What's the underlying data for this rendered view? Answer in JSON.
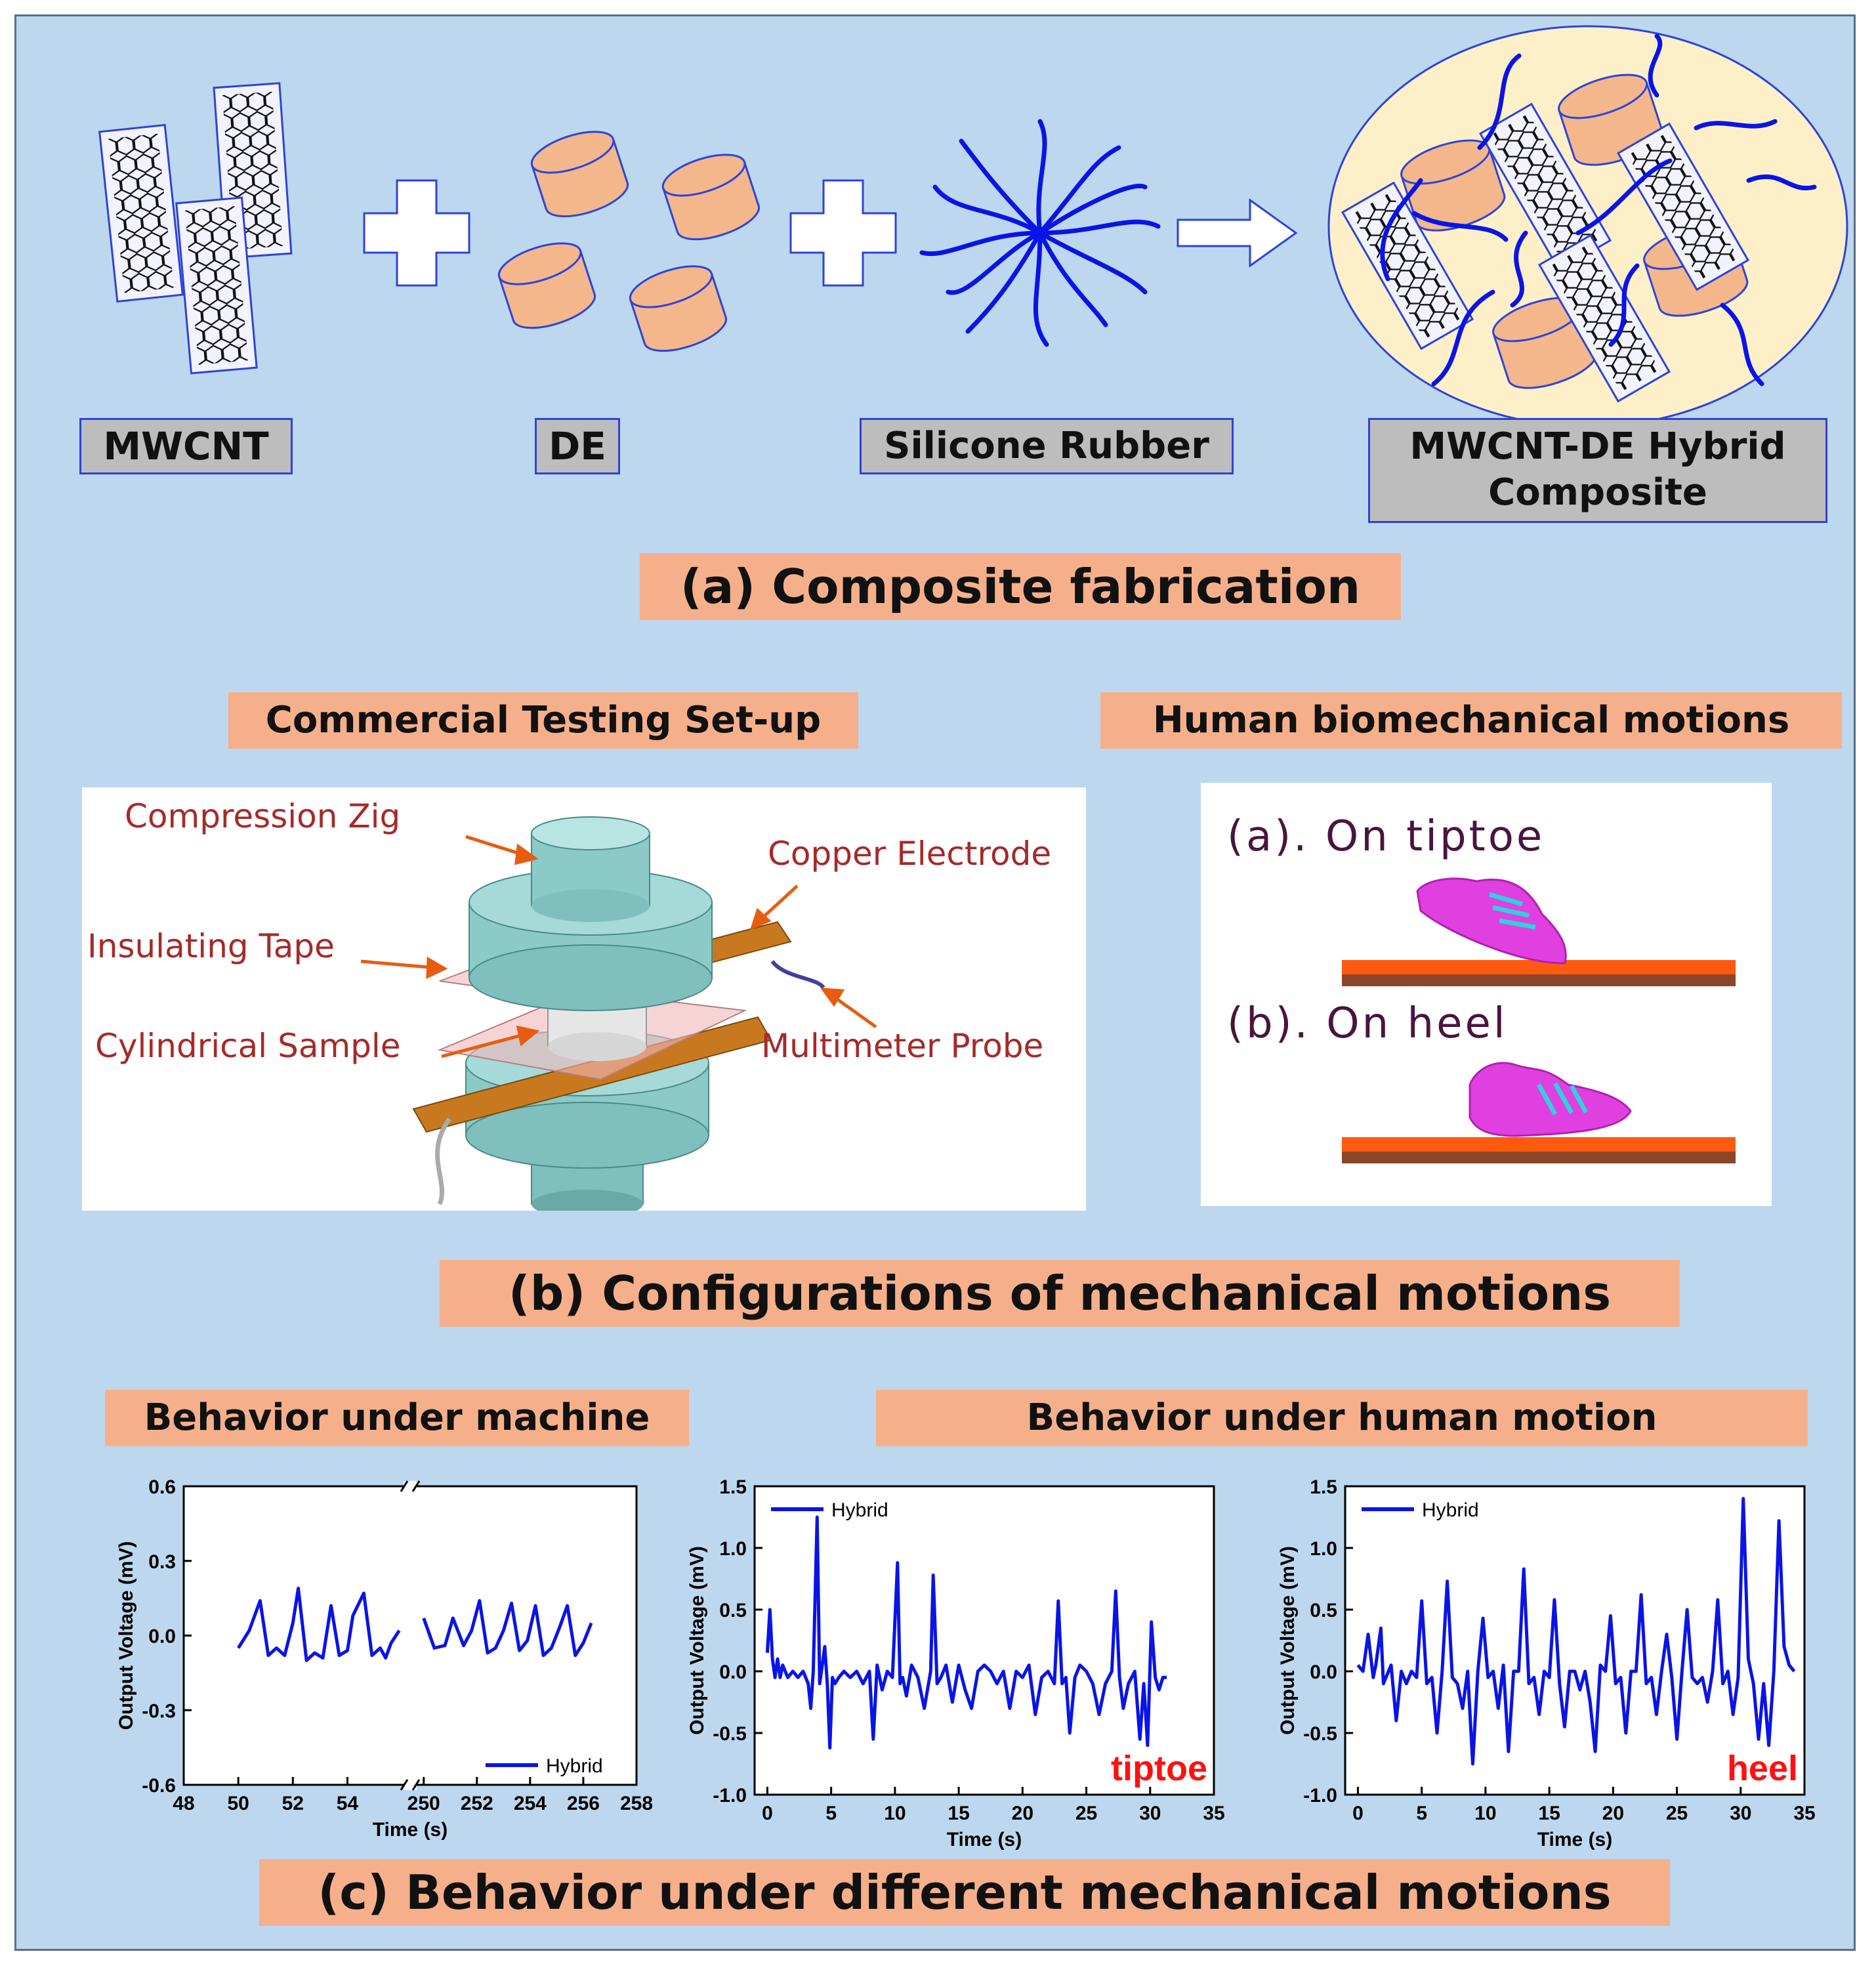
{
  "fabrication": {
    "labels": [
      "MWCNT",
      "DE",
      "Silicone Rubber"
    ],
    "hybrid_line1": "MWCNT-DE Hybrid",
    "hybrid_line2": "Composite",
    "title": "(a) Composite fabrication"
  },
  "setup": {
    "title": "Commercial Testing Set-up",
    "labels": {
      "zig": "Compression Zig",
      "copper": "Copper Electrode",
      "tape": "Insulating Tape",
      "sample": "Cylindrical Sample",
      "probe": "Multimeter Probe"
    }
  },
  "human": {
    "title": "Human biomechanical motions",
    "a": "(a). On tiptoe",
    "b": "(b). On heel"
  },
  "config_title": "(b) Configurations of mechanical motions",
  "behavior": {
    "machine_title": "Behavior under machine",
    "human_title": "Behavior under human motion",
    "title": "(c) Behavior under different mechanical motions"
  },
  "colors": {
    "background": "#bdd7ee",
    "salmon": "#f5b08b",
    "series": "#0a14e6",
    "label_red": "#a52a2a"
  },
  "chart_data": [
    {
      "type": "line",
      "ylabel": "Output Voltage (mV)",
      "xlabel": "Time (s)",
      "ylim": [
        -0.6,
        0.6
      ],
      "yticks": [
        "0.6",
        "0.3",
        "0.0",
        "-0.3",
        "-0.6"
      ],
      "xticks": [
        "48",
        "50",
        "52",
        "54",
        "250",
        "252",
        "254",
        "256",
        "258"
      ],
      "axis_break": true,
      "legend_position": "bottom-right",
      "series": [
        {
          "name": "Hybrid",
          "segments": [
            {
              "x": [
                50.0,
                50.4,
                50.8,
                51.1,
                51.4,
                51.7,
                52.0,
                52.2,
                52.5,
                52.8,
                53.1,
                53.4,
                53.7,
                54.0,
                54.2,
                54.6,
                54.9,
                55.2,
                55.4,
                55.6,
                55.9
              ],
              "y": [
                -0.05,
                0.02,
                0.14,
                -0.08,
                -0.05,
                -0.08,
                0.05,
                0.19,
                -0.1,
                -0.07,
                -0.09,
                0.12,
                -0.08,
                -0.06,
                0.08,
                0.17,
                -0.08,
                -0.05,
                -0.09,
                -0.03,
                0.02
              ]
            },
            {
              "x": [
                250.0,
                250.4,
                250.8,
                251.1,
                251.5,
                251.8,
                252.1,
                252.4,
                252.7,
                253.0,
                253.3,
                253.6,
                253.9,
                254.2,
                254.5,
                254.8,
                255.1,
                255.4,
                255.7,
                256.0,
                256.3
              ],
              "y": [
                0.07,
                -0.05,
                -0.04,
                0.07,
                -0.04,
                0.02,
                0.14,
                -0.07,
                -0.05,
                0.02,
                0.13,
                -0.06,
                -0.02,
                0.12,
                -0.08,
                -0.05,
                0.03,
                0.12,
                -0.08,
                -0.03,
                0.05
              ]
            }
          ]
        }
      ]
    },
    {
      "type": "line",
      "ylabel": "Output Voltage (mV)",
      "xlabel": "Time (s)",
      "xlim": [
        -1,
        35
      ],
      "ylim": [
        -1.0,
        1.5
      ],
      "yticks": [
        "1.5",
        "1.0",
        "0.5",
        "0.0",
        "-0.5",
        "-1.0"
      ],
      "xticks": [
        "0",
        "5",
        "10",
        "15",
        "20",
        "25",
        "30",
        "35"
      ],
      "legend_position": "top-left",
      "annotation": "tiptoe",
      "series": [
        {
          "name": "Hybrid",
          "x": [
            0,
            0.2,
            0.4,
            0.6,
            0.8,
            1.0,
            1.2,
            1.6,
            2.0,
            2.4,
            2.8,
            3.2,
            3.4,
            3.6,
            3.9,
            4.1,
            4.3,
            4.5,
            4.7,
            4.9,
            5.1,
            5.3,
            5.6,
            6.0,
            6.5,
            7.0,
            7.5,
            8.0,
            8.3,
            8.6,
            9.0,
            9.4,
            9.8,
            10.2,
            10.4,
            10.6,
            10.9,
            11.3,
            11.8,
            12.3,
            12.8,
            13.0,
            13.3,
            13.6,
            14.0,
            14.5,
            15.0,
            15.5,
            16.0,
            16.5,
            17.0,
            17.5,
            18.0,
            18.5,
            19.0,
            19.5,
            20.0,
            20.5,
            21.0,
            21.5,
            22.0,
            22.5,
            22.8,
            23.1,
            23.4,
            23.7,
            24.1,
            24.5,
            25.0,
            25.5,
            26.0,
            26.5,
            27.0,
            27.3,
            27.6,
            27.9,
            28.3,
            28.8,
            29.2,
            29.5,
            29.8,
            30.1,
            30.4,
            30.7,
            31.0,
            31.3
          ],
          "y": [
            0.15,
            0.5,
            0.1,
            -0.05,
            0.1,
            -0.05,
            0.05,
            -0.05,
            0.0,
            -0.05,
            0.0,
            -0.1,
            -0.3,
            0.0,
            1.25,
            -0.1,
            0.05,
            0.2,
            -0.1,
            -0.62,
            -0.05,
            -0.1,
            -0.05,
            0.0,
            -0.05,
            0.0,
            -0.1,
            0.0,
            -0.55,
            0.05,
            -0.15,
            0.0,
            -0.05,
            0.88,
            -0.1,
            -0.05,
            -0.2,
            0.05,
            -0.05,
            -0.3,
            0.0,
            0.78,
            -0.1,
            -0.05,
            0.05,
            -0.25,
            0.05,
            -0.15,
            -0.3,
            0.0,
            0.05,
            0.0,
            -0.1,
            0.0,
            -0.3,
            0.0,
            -0.05,
            0.05,
            -0.35,
            -0.05,
            0.0,
            -0.1,
            0.57,
            -0.1,
            -0.05,
            -0.5,
            -0.05,
            0.05,
            0.0,
            -0.1,
            -0.35,
            -0.1,
            0.0,
            0.65,
            -0.05,
            -0.3,
            -0.1,
            0.0,
            -0.55,
            -0.1,
            -0.6,
            0.4,
            -0.05,
            -0.15,
            -0.05,
            -0.05
          ]
        }
      ]
    },
    {
      "type": "line",
      "ylabel": "Output Voltage (mV)",
      "xlabel": "Time (s)",
      "xlim": [
        -1,
        35
      ],
      "ylim": [
        -1.0,
        1.5
      ],
      "yticks": [
        "1.5",
        "1.0",
        "0.5",
        "0.0",
        "-0.5",
        "-1.0"
      ],
      "xticks": [
        "0",
        "5",
        "10",
        "15",
        "20",
        "25",
        "30",
        "35"
      ],
      "legend_position": "top-left",
      "annotation": "heel",
      "series": [
        {
          "name": "Hybrid",
          "x": [
            0,
            0.4,
            0.8,
            1.2,
            1.4,
            1.8,
            2.0,
            2.2,
            2.6,
            3.0,
            3.4,
            3.8,
            4.2,
            4.6,
            5.0,
            5.4,
            5.8,
            6.2,
            6.6,
            7.0,
            7.4,
            7.8,
            8.2,
            8.6,
            9.0,
            9.4,
            9.8,
            10.2,
            10.6,
            11.0,
            11.4,
            11.8,
            12.2,
            12.6,
            13.0,
            13.4,
            13.8,
            14.2,
            14.6,
            15.0,
            15.4,
            15.8,
            16.2,
            16.6,
            17.0,
            17.4,
            17.8,
            18.2,
            18.6,
            19.0,
            19.4,
            19.8,
            20.2,
            20.6,
            21.0,
            21.4,
            21.8,
            22.2,
            22.6,
            23.0,
            23.4,
            23.8,
            24.2,
            24.6,
            25.0,
            25.4,
            25.8,
            26.2,
            26.6,
            27.0,
            27.4,
            27.8,
            28.2,
            28.6,
            29.0,
            29.4,
            29.8,
            30.2,
            30.6,
            31.0,
            31.4,
            31.8,
            32.2,
            32.6,
            33.0,
            33.4,
            33.8,
            34.2
          ],
          "y": [
            0.05,
            0.0,
            0.3,
            -0.05,
            0.05,
            0.35,
            -0.1,
            -0.05,
            0.05,
            -0.4,
            0.0,
            -0.1,
            0.0,
            -0.05,
            0.57,
            -0.1,
            -0.05,
            -0.5,
            0.0,
            0.73,
            -0.05,
            -0.1,
            -0.3,
            0.0,
            -0.75,
            0.0,
            0.43,
            -0.05,
            0.0,
            -0.3,
            0.05,
            -0.65,
            0.0,
            0.0,
            0.83,
            -0.1,
            -0.05,
            -0.35,
            0.0,
            -0.05,
            0.58,
            -0.1,
            -0.45,
            0.0,
            0.0,
            -0.15,
            0.0,
            -0.25,
            -0.65,
            0.05,
            0.0,
            0.45,
            -0.1,
            -0.05,
            -0.5,
            0.0,
            0.0,
            0.62,
            -0.1,
            -0.05,
            -0.35,
            0.0,
            0.3,
            -0.05,
            -0.55,
            0.0,
            0.5,
            -0.05,
            -0.1,
            -0.05,
            -0.25,
            0.0,
            0.58,
            -0.1,
            0.0,
            -0.35,
            -0.05,
            1.4,
            0.1,
            -0.1,
            -0.55,
            -0.1,
            -0.6,
            0.0,
            1.22,
            0.2,
            0.05,
            0.0
          ]
        }
      ]
    }
  ]
}
